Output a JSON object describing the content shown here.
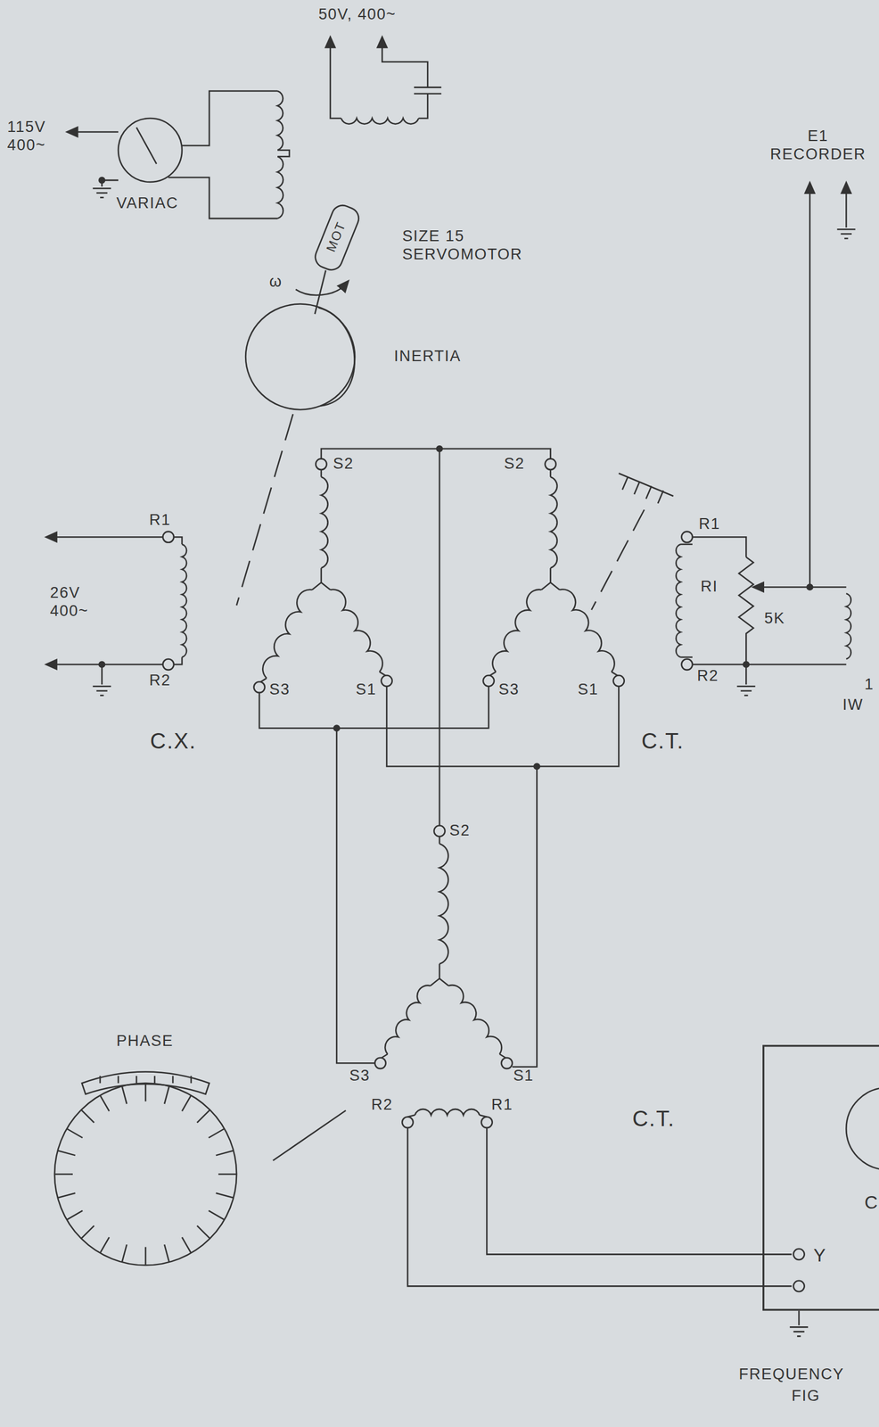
{
  "diagram": {
    "nodes": [
      {
        "text": [
          "C",
          "Y"
        ]
      }
    ],
    "labels": [
      "50V, 400~",
      "115V 400~",
      "VARIAC",
      "MOT",
      "SIZE 15 SERVOMOTOR",
      "ω",
      "INERTIA",
      "S2",
      "S3",
      "S1",
      "R1",
      "R2",
      "26V 400~",
      "S2",
      "S3",
      "S1",
      "E1 RECORDER",
      "R1",
      "RI",
      "5K",
      "R2",
      "1",
      "IW",
      "C.X.",
      "C.T.",
      "S2",
      "S3",
      "S1",
      "R2",
      "R1",
      "C.T.",
      "PHASE",
      "FREQUENCY",
      "FIG"
    ]
  }
}
